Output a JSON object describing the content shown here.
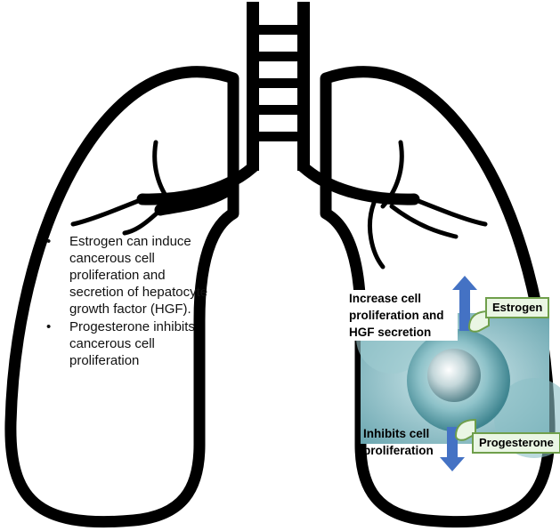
{
  "bullets": [
    "Estrogen can induce cancerous cell proliferation and secretion of hepatocyte growth factor (HGF).",
    "Progesterone inhibits cancerous cell proliferation"
  ],
  "bullet_symbol": "•",
  "callout_increase": "Increase cell proliferation and HGF secretion",
  "callout_inhibits": "Inhibits cell proliferation",
  "label_estrogen": "Estrogen",
  "label_progesterone": "Progesterone",
  "icons": [
    "lungs-icon",
    "trachea-icon",
    "cell-image",
    "arrow-up-icon",
    "arrow-down-icon",
    "receptor-icon"
  ],
  "colors": {
    "outline": "#000000",
    "arrow": "#4472c4",
    "label_border": "#6f9f4b",
    "label_fill": "#eaf6e4",
    "cell_teal": "#6aa6b0"
  }
}
